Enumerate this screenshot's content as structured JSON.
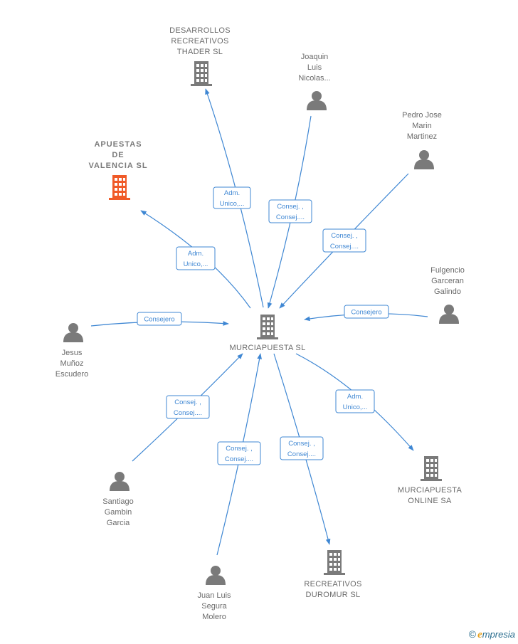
{
  "colors": {
    "edge": "#3f87d3",
    "node": "#7a7a7a",
    "highlight": "#f05a28",
    "text": "#6a6a6a"
  },
  "nodes": [
    {
      "id": "center",
      "kind": "company",
      "highlight": false,
      "lines": [
        "MURCIAPUESTA SL"
      ],
      "icon": "building-icon"
    },
    {
      "id": "desarrollos",
      "kind": "company",
      "highlight": false,
      "lines": [
        "DESARROLLOS",
        "RECREATIVOS",
        "THADER  SL"
      ],
      "icon": "building-icon"
    },
    {
      "id": "apuestas",
      "kind": "company",
      "highlight": true,
      "lines": [
        "APUESTAS",
        "DE",
        "VALENCIA  SL"
      ],
      "icon": "building-icon"
    },
    {
      "id": "joaquin",
      "kind": "person",
      "highlight": false,
      "lines": [
        "Joaquin",
        "Luis",
        "Nicolas..."
      ],
      "icon": "person-icon"
    },
    {
      "id": "pedro",
      "kind": "person",
      "highlight": false,
      "lines": [
        "Pedro Jose",
        "Marin",
        "Martinez"
      ],
      "icon": "person-icon"
    },
    {
      "id": "fulgencio",
      "kind": "person",
      "highlight": false,
      "lines": [
        "Fulgencio",
        "Garceran",
        "Galindo"
      ],
      "icon": "person-icon"
    },
    {
      "id": "jesus",
      "kind": "person",
      "highlight": false,
      "lines": [
        "Jesus",
        "Muñoz",
        "Escudero"
      ],
      "icon": "person-icon"
    },
    {
      "id": "santiago",
      "kind": "person",
      "highlight": false,
      "lines": [
        "Santiago",
        "Gambin",
        "Garcia"
      ],
      "icon": "person-icon"
    },
    {
      "id": "juanluis",
      "kind": "person",
      "highlight": false,
      "lines": [
        "Juan Luis",
        "Segura",
        "Molero"
      ],
      "icon": "person-icon"
    },
    {
      "id": "recreativos",
      "kind": "company",
      "highlight": false,
      "lines": [
        "RECREATIVOS",
        "DUROMUR  SL"
      ],
      "icon": "building-icon"
    },
    {
      "id": "online",
      "kind": "company",
      "highlight": false,
      "lines": [
        "MURCIAPUESTA",
        "ONLINE SA"
      ],
      "icon": "building-icon"
    }
  ],
  "edges": [
    {
      "id": "e-desarrollos",
      "from": "center",
      "to": "desarrollos",
      "label": [
        "Adm.",
        "Unico,..."
      ]
    },
    {
      "id": "e-apuestas",
      "from": "center",
      "to": "apuestas",
      "label": [
        "Adm.",
        "Unico,..."
      ]
    },
    {
      "id": "e-joaquin",
      "from": "joaquin",
      "to": "center",
      "label": [
        "Consej. ,",
        "Consej...."
      ]
    },
    {
      "id": "e-pedro",
      "from": "pedro",
      "to": "center",
      "label": [
        "Consej. ,",
        "Consej...."
      ]
    },
    {
      "id": "e-fulgencio",
      "from": "fulgencio",
      "to": "center",
      "label": [
        "Consejero"
      ]
    },
    {
      "id": "e-jesus",
      "from": "jesus",
      "to": "center",
      "label": [
        "Consejero"
      ]
    },
    {
      "id": "e-santiago",
      "from": "santiago",
      "to": "center",
      "label": [
        "Consej. ,",
        "Consej...."
      ]
    },
    {
      "id": "e-juanluis",
      "from": "juanluis",
      "to": "center",
      "label": [
        "Consej. ,",
        "Consej...."
      ]
    },
    {
      "id": "e-recreativos",
      "from": "center",
      "to": "recreativos",
      "label": [
        "Consej. ,",
        "Consej...."
      ]
    },
    {
      "id": "e-online",
      "from": "center",
      "to": "online",
      "label": [
        "Adm.",
        "Unico,..."
      ]
    }
  ],
  "brand": {
    "copyright": "©",
    "initial": "e",
    "rest": "mpresia"
  }
}
